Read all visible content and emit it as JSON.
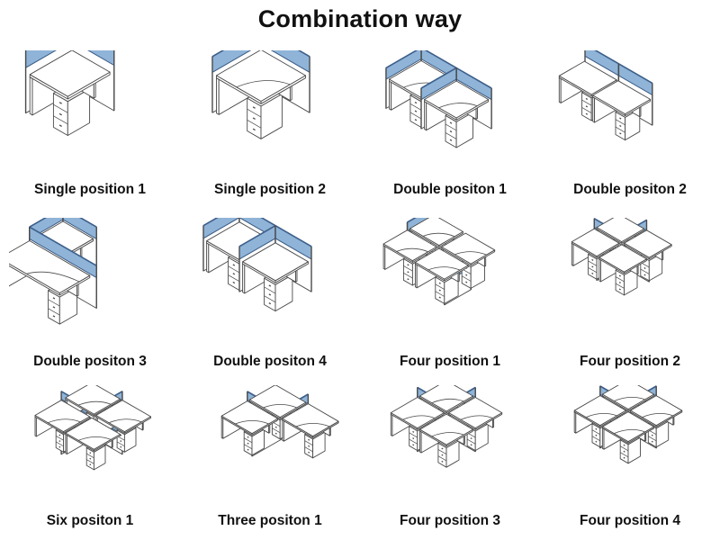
{
  "title": "Combination way",
  "colors": {
    "panel_glass": "#8fb4d8",
    "panel_edge": "#3d5f8a",
    "line": "#4a4a4a",
    "fill": "#ffffff"
  },
  "items": [
    {
      "label": "Single position 1",
      "icon": "single-l-desk"
    },
    {
      "label": "Single position 2",
      "icon": "single-corner-desk"
    },
    {
      "label": "Double positon 1",
      "icon": "double-side-by-side"
    },
    {
      "label": "Double positon 2",
      "icon": "double-linear"
    },
    {
      "label": "Double positon 3",
      "icon": "double-l-desk"
    },
    {
      "label": "Double positon 4",
      "icon": "double-back-to-back"
    },
    {
      "label": "Four position 1",
      "icon": "four-h-layout"
    },
    {
      "label": "Four position 2",
      "icon": "four-staggered"
    },
    {
      "label": "Six positon 1",
      "icon": "six-y-layout"
    },
    {
      "label": "Three positon 1",
      "icon": "three-y-layout"
    },
    {
      "label": "Four position 3",
      "icon": "four-cross-layout"
    },
    {
      "label": "Four position 4",
      "icon": "four-pinwheel"
    }
  ]
}
